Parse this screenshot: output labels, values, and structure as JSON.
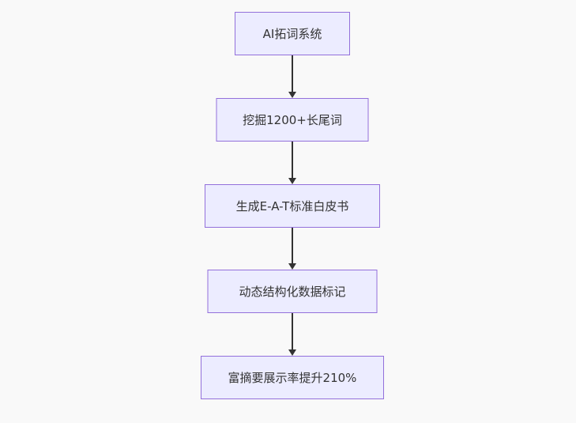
{
  "diagram": {
    "type": "flowchart",
    "direction": "top-down",
    "nodes": [
      {
        "id": "n1",
        "label": "AI拓词系统"
      },
      {
        "id": "n2",
        "label": "挖掘1200+长尾词"
      },
      {
        "id": "n3",
        "label": "生成E-A-T标准白皮书"
      },
      {
        "id": "n4",
        "label": "动态结构化数据标记"
      },
      {
        "id": "n5",
        "label": "富摘要展示率提升210%"
      }
    ],
    "edges": [
      {
        "from": "n1",
        "to": "n2"
      },
      {
        "from": "n2",
        "to": "n3"
      },
      {
        "from": "n3",
        "to": "n4"
      },
      {
        "from": "n4",
        "to": "n5"
      }
    ],
    "colors": {
      "node-fill": "#ECECFF",
      "node-border": "#9370DB",
      "text": "#333333",
      "arrow": "#333333",
      "bg": "#f9f9f9"
    }
  }
}
